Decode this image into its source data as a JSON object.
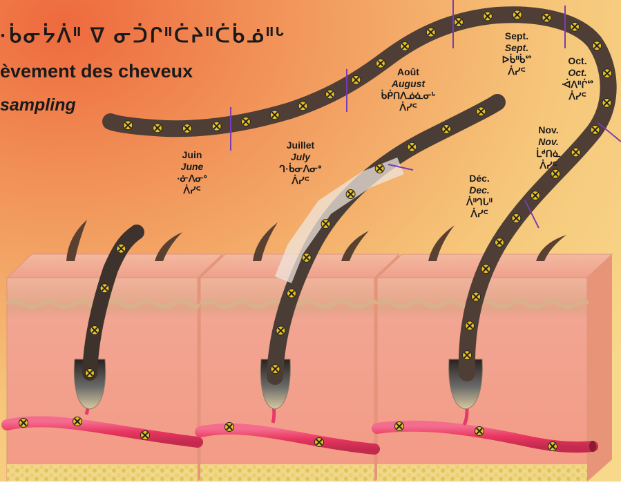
{
  "title": {
    "syllabics": "·ᑳᓂᔮᐲᐦ ᐁ ᓂᑑᒋᐦᑖᔨᐦᑖᑳᓅᐦᒡ",
    "french": "èvement des cheveux",
    "english": "sampling"
  },
  "months": [
    {
      "fr": "Juin",
      "en": "June",
      "cr1": "·ᓃᐱᓂᐤ",
      "cr2": "ᐲᓯᒼ"
    },
    {
      "fr": "Juillet",
      "en": "July",
      "cr1": "ᒉ·ᑳᓂᐱᓂᐤ",
      "cr2": "ᐲᓯᒼ"
    },
    {
      "fr": "Août",
      "en": "August",
      "cr1": "ᑳᑮᑎᐱᓅᓈᓂᒡ",
      "cr2": "ᐲᓯᒼ"
    },
    {
      "fr": "Sept.",
      "en": "Sept.",
      "cr1": "ᐅᑳᐦᑳᔥ",
      "cr2": "ᐲᓯᒼ"
    },
    {
      "fr": "Oct.",
      "en": "Oct.",
      "cr1": "ᐙᐱᐦᒌᔥ",
      "cr2": "ᐲᓯᒼ"
    },
    {
      "fr": "Nov.",
      "en": "Nov.",
      "cr1": "ᒫᒄᑎᓈ",
      "cr2": "ᐲᓯᒼ"
    },
    {
      "fr": "Déc.",
      "en": "Dec.",
      "cr1": "ᐲᐦᒉᒐᐦ",
      "cr2": "ᐲᓯᒼ"
    }
  ],
  "colors": {
    "background_top": "#f07a4a",
    "background_right": "#f7d080",
    "hair": "#4e3e36",
    "marker_yellow": "#e8c020",
    "skin": "#f1a48c",
    "blood_vessel": "#e83a6a",
    "divider": "#7a3cb4"
  }
}
